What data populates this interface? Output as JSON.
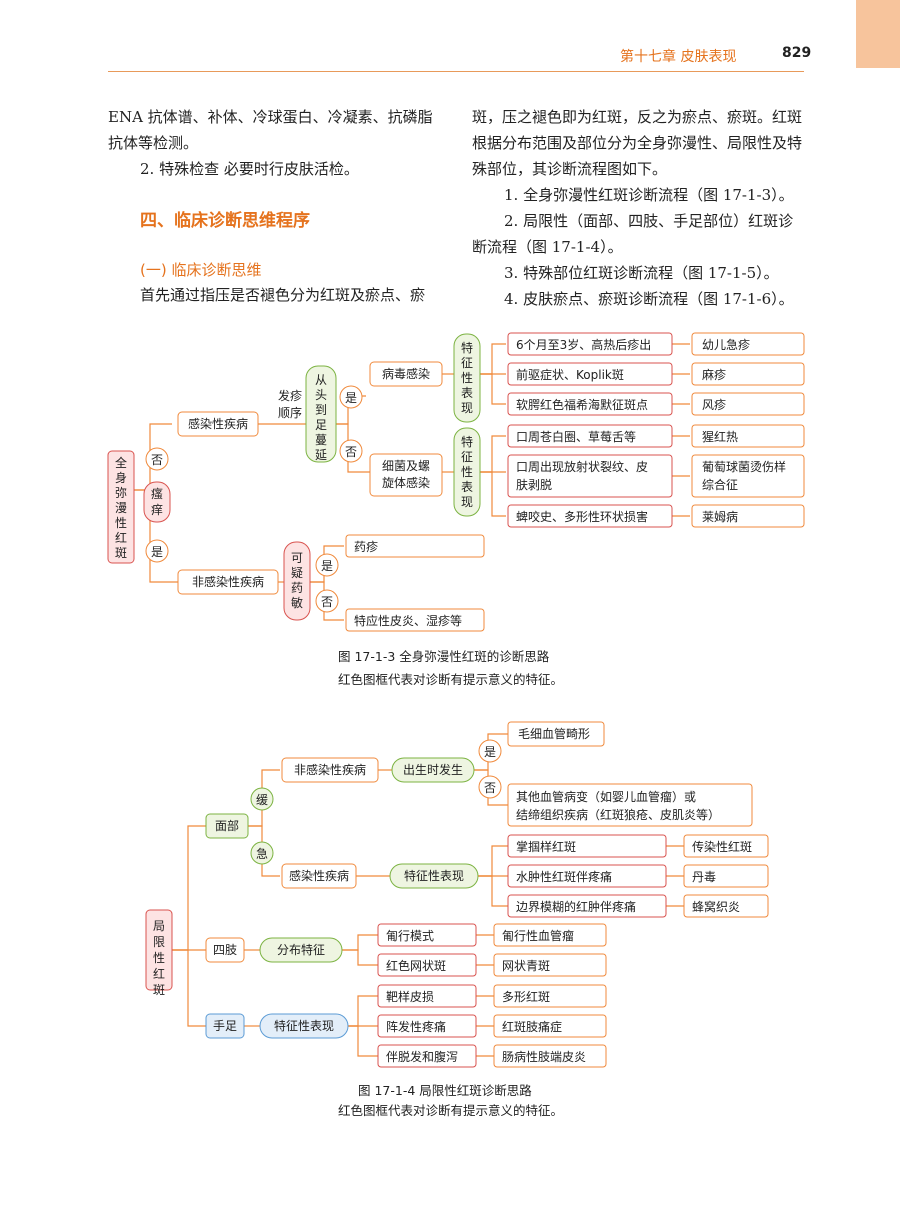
{
  "header": {
    "chapter": "第十七章  皮肤表现",
    "page_number": "829"
  },
  "left_col": {
    "p1": "ENA 抗体谱、补体、冷球蛋白、冷凝素、抗磷脂抗体等检测。",
    "p2": "2. 特殊检查   必要时行皮肤活检。",
    "h2": "四、临床诊断思维程序",
    "h3": "(一) 临床诊断思维",
    "p3": "首先通过指压是否褪色分为红斑及瘀点、瘀"
  },
  "right_col": {
    "p1": "斑，压之褪色即为红斑，反之为瘀点、瘀斑。红斑根据分布范围及部位分为全身弥漫性、局限性及特殊部位，其诊断流程图如下。",
    "i1": "1. 全身弥漫性红斑诊断流程（图 17-1-3）。",
    "i2": "2. 局限性（面部、四肢、手足部位）红斑诊断流程（图 17-1-4）。",
    "i3": "3. 特殊部位红斑诊断流程（图 17-1-5）。",
    "i4": "4. 皮肤瘀点、瘀斑诊断流程（图 17-1-6）。"
  },
  "fig1": {
    "root": "全身弥漫性红斑",
    "itch": "瘙痒",
    "no": "否",
    "yes": "是",
    "infectious": "感染性疾病",
    "noninfectious": "非感染性疾病",
    "onset_order": "发疹顺序",
    "head_to_foot": "从头到足蔓延",
    "viral": "病毒感染",
    "bacterial": "细菌及螺旋体感染",
    "features": "特征性表现",
    "drug_q": "可疑药敏",
    "f1": "6个月至3岁、高热后疹出",
    "r1": "幼儿急疹",
    "f2": "前驱症状、Koplik斑",
    "r2": "麻疹",
    "f3": "软腭红色福希海默征斑点",
    "r3": "风疹",
    "f4": "口周苍白圈、草莓舌等",
    "r4": "猩红热",
    "f5a": "口周出现放射状裂纹、皮",
    "f5b": "肤剥脱",
    "r5a": "葡萄球菌烫伤样",
    "r5b": "综合征",
    "f6": "蜱咬史、多形性环状损害",
    "r6": "莱姆病",
    "drug": "药疹",
    "atopic": "特应性皮炎、湿疹等",
    "caption_title": "图 17-1-3   全身弥漫性红斑的诊断思路",
    "caption_note": "红色图框代表对诊断有提示意义的特征。"
  },
  "fig2": {
    "root": "局限性红斑",
    "face": "面部",
    "limbs": "四肢",
    "handsfeet": "手足",
    "slow": "缓",
    "acute": "急",
    "noninfectious": "非感染性疾病",
    "infectious": "感染性疾病",
    "at_birth": "出生时发生",
    "yes": "是",
    "no": "否",
    "capillary": "毛细血管畸形",
    "other_a": "其他血管病变（如婴儿血管瘤）或",
    "other_b": "结缔组织疾病（红斑狼疮、皮肌炎等）",
    "features": "特征性表现",
    "distribution": "分布特征",
    "g1": "掌掴样红斑",
    "gr1": "传染性红斑",
    "g2": "水肿性红斑伴疼痛",
    "gr2": "丹毒",
    "g3": "边界模糊的红肿伴疼痛",
    "gr3": "蜂窝织炎",
    "l1": "匍行模式",
    "lr1": "匍行性血管瘤",
    "l2": "红色网状斑",
    "lr2": "网状青斑",
    "h1": "靶样皮损",
    "hr1": "多形红斑",
    "h2": "阵发性疼痛",
    "hr2": "红斑肢痛症",
    "h3": "伴脱发和腹泻",
    "hr3": "肠病性肢端皮炎",
    "caption_title": "图 17-1-4   局限性红斑诊断思路",
    "caption_note": "红色图框代表对诊断有提示意义的特征。"
  },
  "colors": {
    "orange": "#f08a3c",
    "green": "#7cb342",
    "red": "#d9534f",
    "blue": "#5b9bd5",
    "accent": "#e5731e"
  }
}
